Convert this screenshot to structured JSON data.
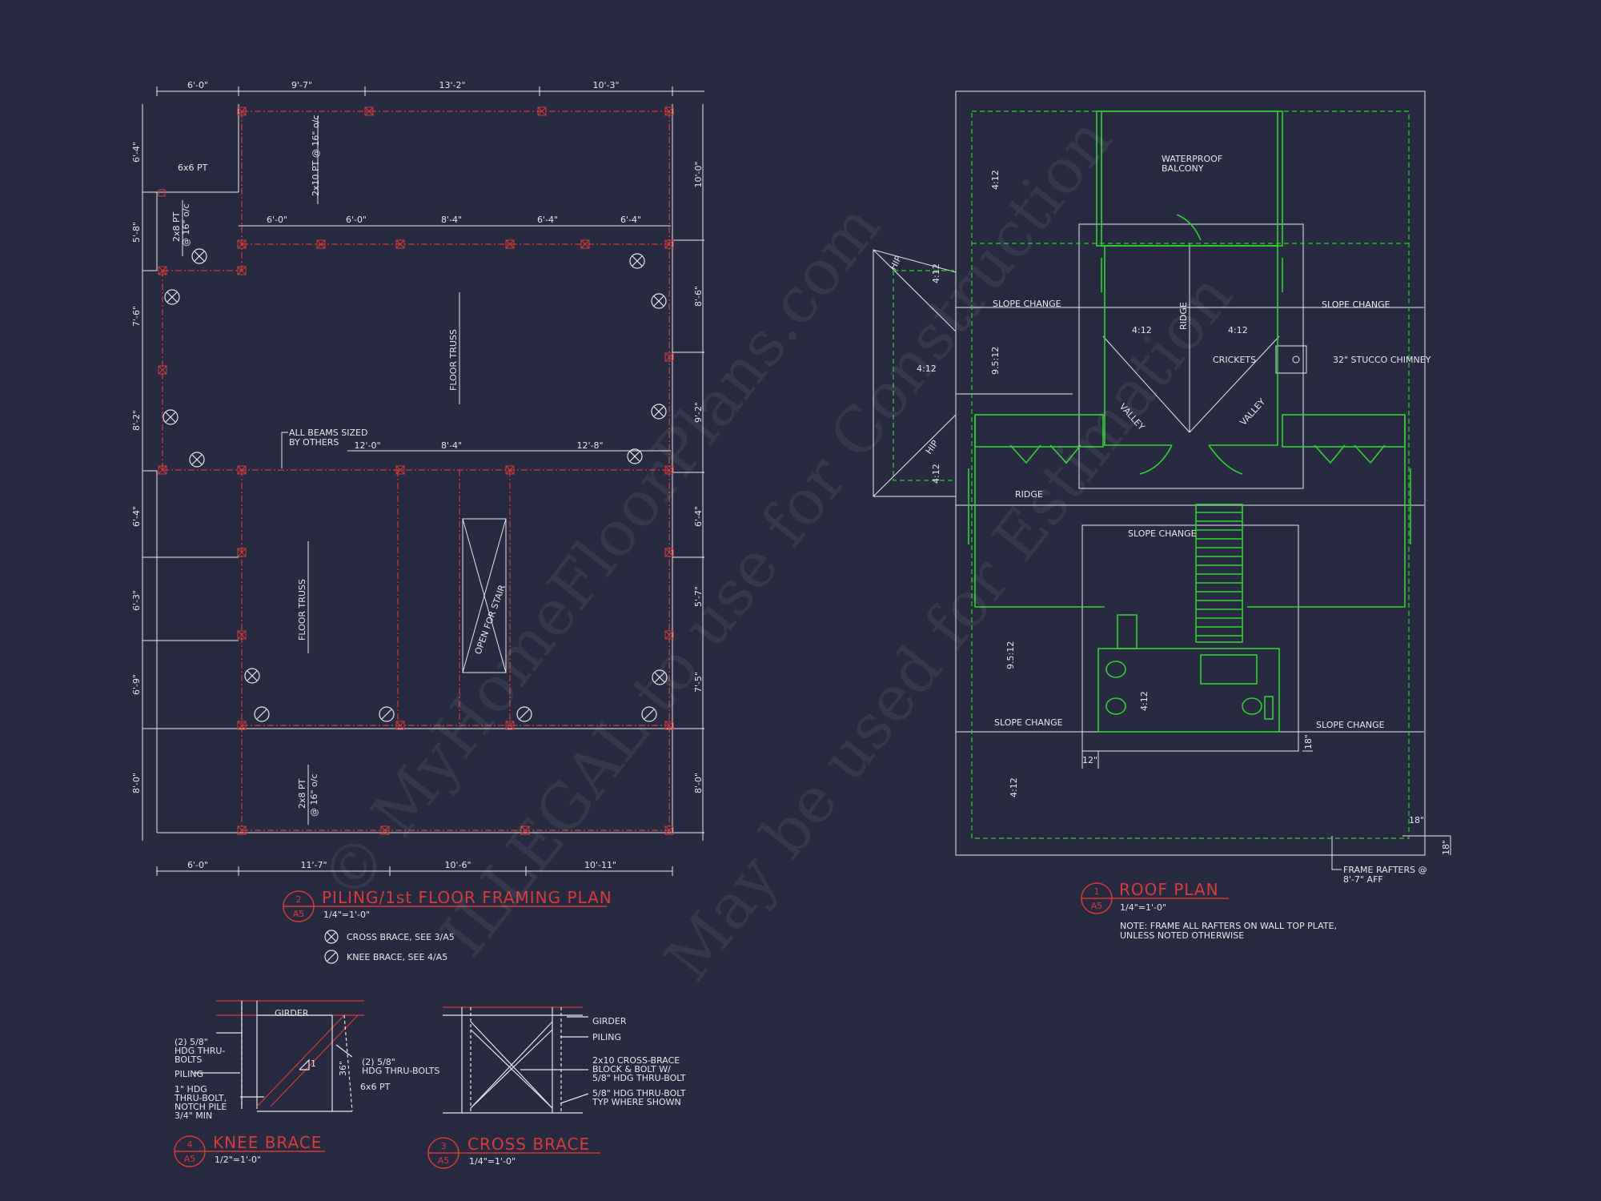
{
  "watermark": {
    "line1": "© MyHomeFloorPlans.com",
    "line2": "ILLEGAL to use for Construction",
    "line3": "May be used for Estimation"
  },
  "framing_plan": {
    "dims_top": [
      "6'-0\"",
      "9'-7\"",
      "13'-2\"",
      "10'-3\""
    ],
    "dims_bottom": [
      "6'-0\"",
      "11'-7\"",
      "10'-6\"",
      "10'-11\""
    ],
    "dims_left": [
      "6'-4\"",
      "5'-8\"",
      "7'-6\"",
      "8'-2\"",
      "6'-4\"",
      "6'-3\"",
      "6'-9\"",
      "8'-0\""
    ],
    "dims_right": [
      "10'-0\"",
      "8'-6\"",
      "9'-2\"",
      "6'-4\"",
      "5'-7\"",
      "7'-5\"",
      "8'-0\""
    ],
    "dims_inner_top": [
      "6'-0\"",
      "6'-0\"",
      "8'-4\"",
      "6'-4\"",
      "6'-4\""
    ],
    "dims_inner_mid": [
      "12'-0\"",
      "8'-4\"",
      "12'-8\""
    ],
    "label_6x6": "6x6 PT",
    "label_joist_top": "2x10 PT @ 16\" o/c",
    "label_joist_left1": "2x8 PT",
    "label_joist_left2": "@ 16\" o/c",
    "label_joist_bot1": "2x8 PT",
    "label_joist_bot2": "@ 16\" o/c",
    "label_floor_truss": "FLOOR TRUSS",
    "label_beams1": "ALL BEAMS SIZED",
    "label_beams2": "BY OTHERS",
    "label_stair": "OPEN FOR STAIR",
    "title_num": "2",
    "title_sheet": "A5",
    "title": "PILING/1st FLOOR FRAMING PLAN",
    "scale": "1/4\"=1'-0\"",
    "legend_cross": "CROSS BRACE, SEE 3/A5",
    "legend_knee": "KNEE BRACE, SEE 4/A5"
  },
  "roof_plan": {
    "balcony1": "WATERPROOF",
    "balcony2": "BALCONY",
    "slope": "4:12",
    "slope_steep": "9.5:12",
    "slope_change": "SLOPE CHANGE",
    "ridge": "RIDGE",
    "valley": "VALLEY",
    "hip": "HIP",
    "crickets": "CRICKETS",
    "chimney": "32\" STUCCO CHIMNEY",
    "dim_12": "12\"",
    "dim_18": "18\"",
    "frame_note1": "FRAME RAFTERS @",
    "frame_note2": "8'-7\" AFF",
    "title_num": "1",
    "title_sheet": "A5",
    "title": "ROOF PLAN",
    "scale": "1/4\"=1'-0\"",
    "note1": "NOTE: FRAME ALL RAFTERS ON WALL TOP PLATE,",
    "note2": "UNLESS NOTED OTHERWISE"
  },
  "knee_brace": {
    "girder": "GIRDER",
    "bolts_l1": "(2) 5/8\"",
    "bolts_l2": "HDG THRU-",
    "bolts_l3": "BOLTS",
    "piling": "PILING",
    "bolt_1": "1\" HDG",
    "bolt_2": "THRU-BOLT,",
    "bolt_3": "NOTCH PILE",
    "bolt_4": "3/4\" MIN",
    "bolts_r1": "(2) 5/8\"",
    "bolts_r2": "HDG THRU-BOLTS",
    "post": "6x6 PT",
    "angle": "36\"",
    "one": "1",
    "title_num": "4",
    "title_sheet": "A5",
    "title": "KNEE BRACE",
    "scale": "1/2\"=1'-0\""
  },
  "cross_brace": {
    "girder": "GIRDER",
    "piling": "PILING",
    "brace1": "2x10 CROSS-BRACE",
    "brace2": "BLOCK & BOLT W/",
    "brace3": "5/8\" HDG THRU-BOLT",
    "bolt1": "5/8\" HDG THRU-BOLT",
    "bolt2": "TYP WHERE SHOWN",
    "title_num": "3",
    "title_sheet": "A5",
    "title": "CROSS BRACE",
    "scale": "1/4\"=1'-0\""
  },
  "colors": {
    "background": "#272a40",
    "line": "#e6e6ea",
    "red": "#d63a3a",
    "green": "#2fd12f"
  }
}
